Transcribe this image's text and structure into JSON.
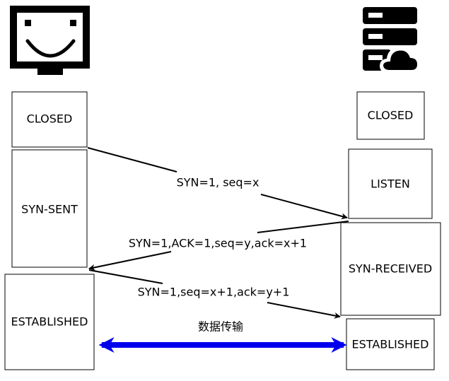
{
  "client": {
    "icon": "monitor-smiley-icon",
    "states": {
      "closed": "CLOSED",
      "syn_sent": "SYN-SENT",
      "established": "ESTABLISHED"
    }
  },
  "server": {
    "icon": "server-cloud-icon",
    "states": {
      "closed": "CLOSED",
      "listen": "LISTEN",
      "syn_received": "SYN-RECEIVED",
      "established": "ESTABLISHED"
    }
  },
  "messages": {
    "syn": "SYN=1, seq=x",
    "syn_ack": "SYN=1,ACK=1,seq=y,ack=x+1",
    "ack": "SYN=1,seq=x+1,ack=y+1",
    "data": "数据传输"
  },
  "colors": {
    "stroke": "#000000",
    "data_arrow": "#0000ee"
  }
}
